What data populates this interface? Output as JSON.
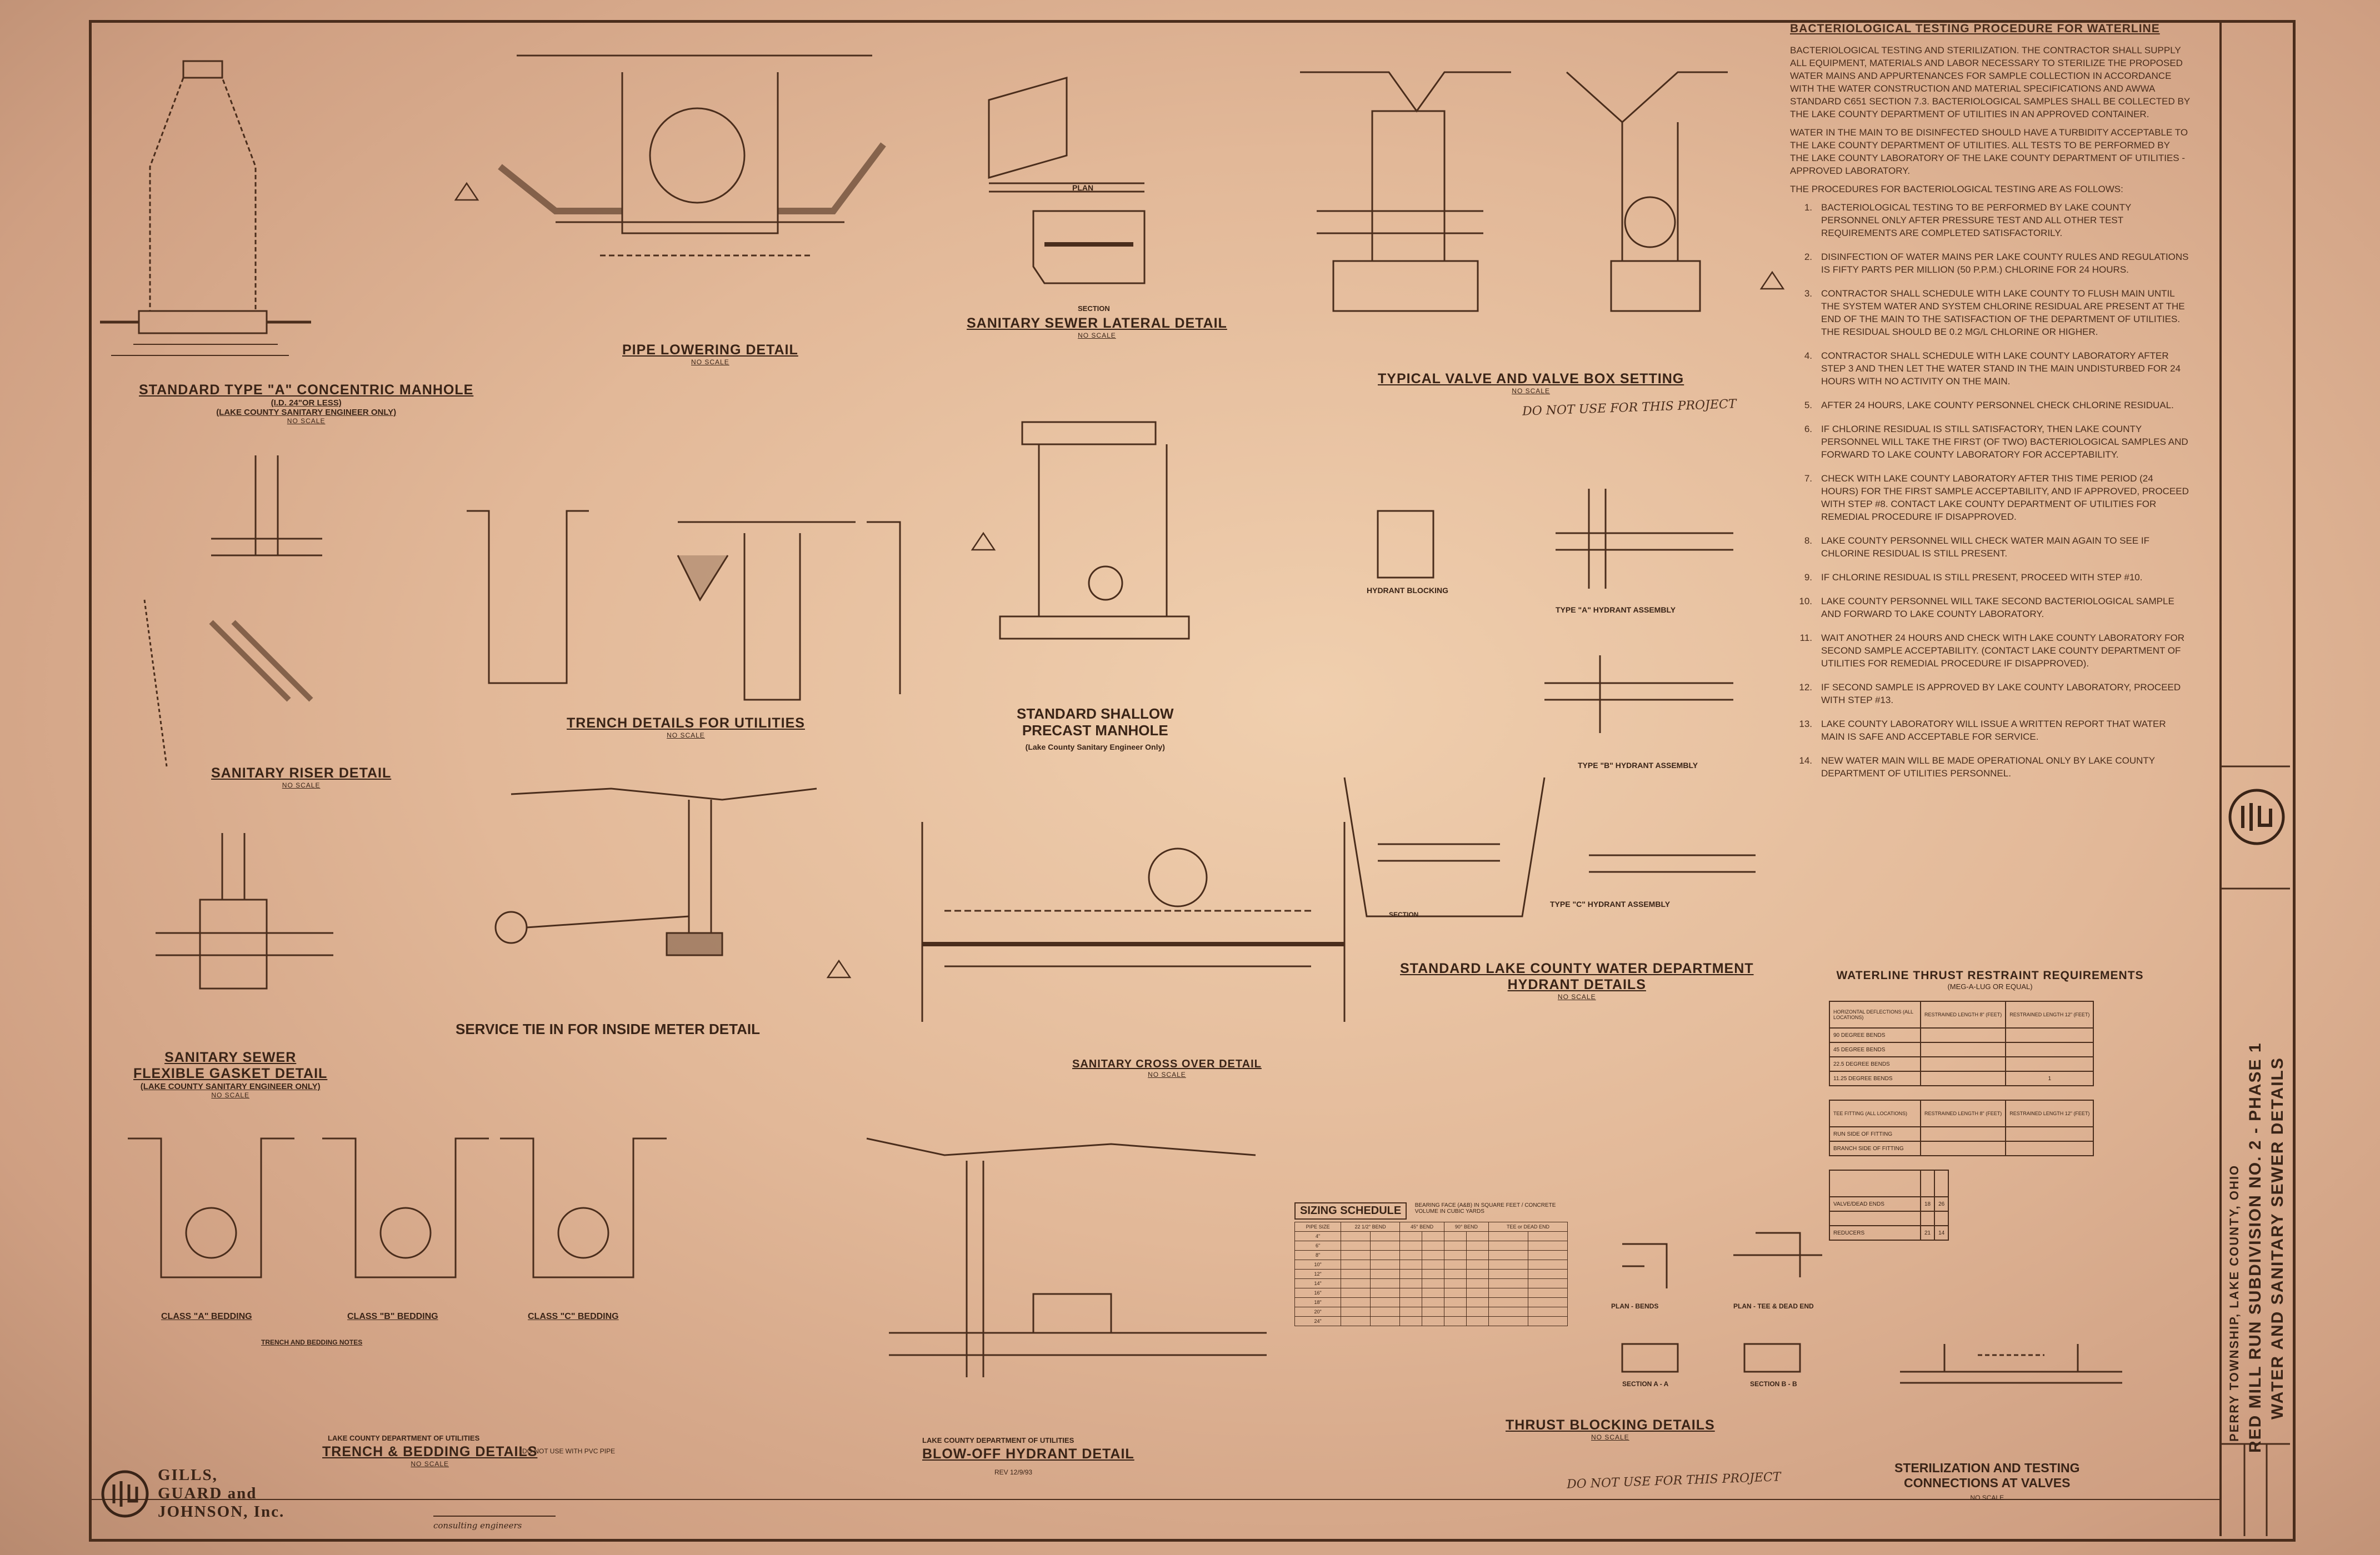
{
  "details": {
    "manhole_a": {
      "title": "STANDARD TYPE \"A\" CONCENTRIC MANHOLE",
      "sub1": "(I.D. 24\"OR LESS)",
      "sub2": "(LAKE COUNTY SANITARY ENGINEER ONLY)",
      "scale": "NO SCALE"
    },
    "pipe_lowering": {
      "title": "PIPE LOWERING DETAIL",
      "scale": "NO SCALE"
    },
    "lateral": {
      "title": "SANITARY SEWER LATERAL DETAIL",
      "scale": "NO SCALE",
      "plan": "PLAN",
      "section": "SECTION"
    },
    "valve_box": {
      "title": "TYPICAL VALVE AND VALVE BOX SETTING",
      "scale": "NO SCALE"
    },
    "riser": {
      "title": "SANITARY RISER DETAIL",
      "scale": "NO SCALE"
    },
    "trench_util": {
      "title": "TRENCH DETAILS FOR UTILITIES",
      "scale": "NO SCALE"
    },
    "shallow_mh": {
      "title1": "STANDARD SHALLOW",
      "title2": "PRECAST MANHOLE",
      "sub": "(Lake County Sanitary Engineer Only)"
    },
    "hydrant_blocking": "HYDRANT BLOCKING",
    "hydrant_a": "TYPE \"A\" HYDRANT ASSEMBLY",
    "hydrant_b": "TYPE \"B\" HYDRANT ASSEMBLY",
    "hydrant_c": "TYPE \"C\" HYDRANT ASSEMBLY",
    "hydrant_dept": {
      "title1": "STANDARD LAKE COUNTY WATER DEPARTMENT",
      "title2": "HYDRANT DETAILS",
      "scale": "NO SCALE",
      "section": "SECTION"
    },
    "gasket": {
      "title1": "SANITARY SEWER",
      "title2": "FLEXIBLE GASKET DETAIL",
      "sub": "(LAKE COUNTY SANITARY ENGINEER ONLY)",
      "scale": "NO SCALE"
    },
    "meter": {
      "title": "SERVICE TIE IN FOR INSIDE METER DETAIL"
    },
    "cross_over": {
      "title": "SANITARY CROSS OVER DETAIL",
      "scale": "NO SCALE"
    },
    "bedding": {
      "a": "CLASS \"A\" BEDDING",
      "b": "CLASS \"B\" BEDDING",
      "c": "CLASS \"C\" BEDDING",
      "dept": "LAKE COUNTY DEPARTMENT OF UTILITIES",
      "title": "TRENCH & BEDDING DETAILS",
      "scale": "NO SCALE",
      "note": "DO NOT USE WITH PVC PIPE",
      "notes_head": "TRENCH AND BEDDING NOTES"
    },
    "blowoff": {
      "dept": "LAKE COUNTY DEPARTMENT OF UTILITIES",
      "title": "BLOW-OFF HYDRANT DETAIL",
      "rev": "REV 12/9/93"
    },
    "thrust": {
      "title": "THRUST BLOCKING DETAILS",
      "scale": "NO SCALE",
      "plan_bends": "PLAN - BENDS",
      "plan_tee": "PLAN - TEE & DEAD END",
      "sec_a": "SECTION A - A",
      "sec_b": "SECTION B - B"
    },
    "sterilization": {
      "title1": "STERILIZATION AND TESTING",
      "title2": "CONNECTIONS AT VALVES",
      "scale": "NO SCALE"
    }
  },
  "handwritten": {
    "valve_note": "DO NOT USE FOR THIS PROJECT",
    "thrust_note": "DO NOT USE FOR THIS PROJECT"
  },
  "bacteriological": {
    "title": "BACTERIOLOGICAL TESTING PROCEDURE FOR WATERLINE",
    "intro": "BACTERIOLOGICAL TESTING AND STERILIZATION. THE CONTRACTOR SHALL SUPPLY ALL EQUIPMENT, MATERIALS AND LABOR NECESSARY TO STERILIZE THE PROPOSED WATER MAINS AND APPURTENANCES FOR SAMPLE COLLECTION IN ACCORDANCE WITH THE WATER CONSTRUCTION AND MATERIAL SPECIFICATIONS AND AWWA STANDARD C651 SECTION 7.3. BACTERIOLOGICAL SAMPLES SHALL BE COLLECTED BY THE LAKE COUNTY DEPARTMENT OF UTILITIES IN AN APPROVED CONTAINER.",
    "intro2": "WATER IN THE MAIN TO BE DISINFECTED SHOULD HAVE A TURBIDITY ACCEPTABLE TO THE LAKE COUNTY DEPARTMENT OF UTILITIES. ALL TESTS TO BE PERFORMED BY THE LAKE COUNTY LABORATORY OF THE LAKE COUNTY DEPARTMENT OF UTILITIES - APPROVED LABORATORY.",
    "lead": "THE PROCEDURES FOR BACTERIOLOGICAL TESTING ARE AS FOLLOWS:",
    "steps": [
      {
        "n": "1.",
        "t": "BACTERIOLOGICAL TESTING TO BE PERFORMED BY LAKE COUNTY PERSONNEL ONLY AFTER PRESSURE TEST AND ALL OTHER TEST REQUIREMENTS ARE COMPLETED SATISFACTORILY."
      },
      {
        "n": "2.",
        "t": "DISINFECTION OF WATER MAINS PER LAKE COUNTY RULES AND REGULATIONS IS FIFTY PARTS PER MILLION (50 P.P.M.) CHLORINE FOR 24 HOURS."
      },
      {
        "n": "3.",
        "t": "CONTRACTOR SHALL SCHEDULE WITH LAKE COUNTY TO FLUSH MAIN UNTIL THE SYSTEM WATER AND SYSTEM CHLORINE RESIDUAL ARE PRESENT AT THE END OF THE MAIN TO THE SATISFACTION OF THE DEPARTMENT OF UTILITIES. THE RESIDUAL SHOULD BE 0.2 MG/L CHLORINE OR HIGHER."
      },
      {
        "n": "4.",
        "t": "CONTRACTOR SHALL SCHEDULE WITH LAKE COUNTY LABORATORY AFTER STEP 3 AND THEN LET THE WATER STAND IN THE MAIN UNDISTURBED FOR 24 HOURS WITH NO ACTIVITY ON THE MAIN."
      },
      {
        "n": "5.",
        "t": "AFTER 24 HOURS, LAKE COUNTY PERSONNEL CHECK CHLORINE RESIDUAL."
      },
      {
        "n": "6.",
        "t": "IF CHLORINE RESIDUAL IS STILL SATISFACTORY, THEN LAKE COUNTY PERSONNEL WILL TAKE THE FIRST (OF TWO) BACTERIOLOGICAL SAMPLES AND FORWARD TO LAKE COUNTY LABORATORY FOR ACCEPTABILITY."
      },
      {
        "n": "7.",
        "t": "CHECK WITH LAKE COUNTY LABORATORY AFTER THIS TIME PERIOD (24 HOURS) FOR THE FIRST SAMPLE ACCEPTABILITY, AND IF APPROVED, PROCEED WITH STEP #8. CONTACT LAKE COUNTY DEPARTMENT OF UTILITIES FOR REMEDIAL PROCEDURE IF DISAPPROVED."
      },
      {
        "n": "8.",
        "t": "LAKE COUNTY PERSONNEL WILL CHECK WATER MAIN AGAIN TO SEE IF CHLORINE RESIDUAL IS STILL PRESENT."
      },
      {
        "n": "9.",
        "t": "IF CHLORINE RESIDUAL IS STILL PRESENT, PROCEED WITH STEP #10."
      },
      {
        "n": "10.",
        "t": "LAKE COUNTY PERSONNEL WILL TAKE SECOND BACTERIOLOGICAL SAMPLE AND FORWARD TO LAKE COUNTY LABORATORY."
      },
      {
        "n": "11.",
        "t": "WAIT ANOTHER 24 HOURS AND CHECK WITH LAKE COUNTY LABORATORY FOR SECOND SAMPLE ACCEPTABILITY. (CONTACT LAKE COUNTY DEPARTMENT OF UTILITIES FOR REMEDIAL PROCEDURE IF DISAPPROVED)."
      },
      {
        "n": "12.",
        "t": "IF SECOND SAMPLE IS APPROVED BY LAKE COUNTY LABORATORY, PROCEED WITH STEP #13."
      },
      {
        "n": "13.",
        "t": "LAKE COUNTY LABORATORY WILL ISSUE A WRITTEN REPORT THAT WATER MAIN IS SAFE AND ACCEPTABLE FOR SERVICE."
      },
      {
        "n": "14.",
        "t": "NEW WATER MAIN WILL BE MADE OPERATIONAL ONLY BY LAKE COUNTY DEPARTMENT OF UTILITIES PERSONNEL."
      }
    ]
  },
  "thrust_restraint": {
    "title": "WATERLINE THRUST RESTRAINT REQUIREMENTS",
    "sub": "(MEG-A-LUG OR EQUAL)",
    "table1": [
      [
        "HORIZONTAL DEFLECTIONS (ALL LOCATIONS)",
        "RESTRAINED LENGTH 8\" (FEET)",
        "RESTRAINED LENGTH 12\" (FEET)"
      ],
      [
        "90 Degree Bends",
        "",
        ""
      ],
      [
        "45 Degree Bends",
        "",
        ""
      ],
      [
        "22.5 Degree Bends",
        "",
        ""
      ],
      [
        "11.25 Degree Bends",
        "",
        "1"
      ]
    ],
    "table2": [
      [
        "TEE FITTING (ALL LOCATIONS)",
        "RESTRAINED LENGTH 8\" (FEET)",
        "RESTRAINED LENGTH 12\" (FEET)"
      ],
      [
        "Run Side of Fitting",
        "",
        ""
      ],
      [
        "Branch Side of Fitting",
        "",
        ""
      ]
    ],
    "table3": [
      [
        "",
        "",
        ""
      ],
      [
        "VALVE/DEAD ENDS",
        "18",
        "26"
      ],
      [
        "",
        "",
        ""
      ],
      [
        "REDUCERS",
        "21",
        "14"
      ]
    ]
  },
  "sizing": {
    "title": "SIZING SCHEDULE",
    "note": "BEARING FACE (A&B) IN SQUARE FEET / CONCRETE VOLUME IN CUBIC YARDS",
    "headers": [
      "PIPE SIZE",
      "22 1/2° BEND",
      "45° BEND",
      "90° BEND",
      "TEE or DEAD END"
    ],
    "sizes": [
      "4\"",
      "6\"",
      "8\"",
      "10\"",
      "12\"",
      "14\"",
      "16\"",
      "18\"",
      "20\"",
      "24\""
    ]
  },
  "title_block": {
    "location": "PERRY TOWNSHIP, LAKE COUNTY, OHIO",
    "project": "RED MILL RUN SUBDIVISION No. 2 - PHASE 1",
    "sheet": "WATER AND SANITARY SEWER DETAILS"
  },
  "firm": {
    "line1": "GILLS,",
    "line2": "GUARD and",
    "line3": "JOHNSON, Inc.",
    "tag": "consulting engineers"
  },
  "colors": {
    "paper": "#e2b898",
    "ink": "#3a2417",
    "line": "#4a2d1c"
  }
}
